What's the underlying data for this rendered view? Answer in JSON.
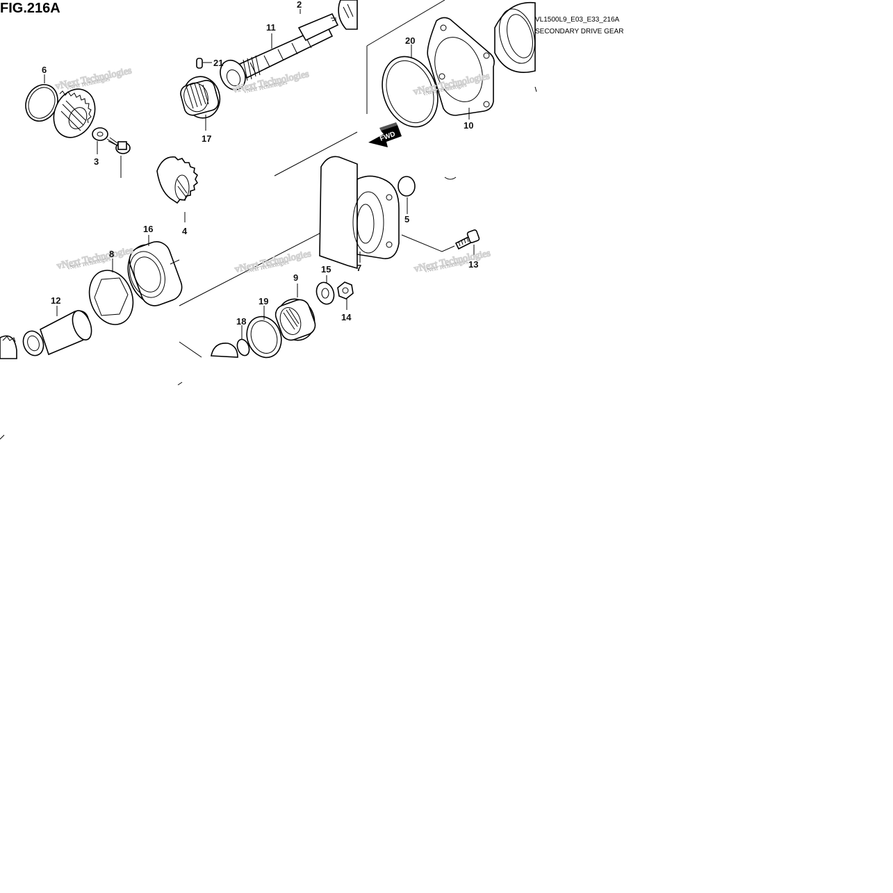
{
  "figure": {
    "title": "FIG.216A",
    "model_code": "VL1500L9_E03_E33_216A",
    "section_name": "SECONDARY DRIVE GEAR",
    "direction_label": "FWD",
    "watermark": "vNext Technologies"
  },
  "callouts": [
    {
      "id": "2",
      "label": "2"
    },
    {
      "id": "3",
      "label": "3"
    },
    {
      "id": "4",
      "label": "4"
    },
    {
      "id": "5",
      "label": "5"
    },
    {
      "id": "6",
      "label": "6"
    },
    {
      "id": "7",
      "label": "7"
    },
    {
      "id": "8",
      "label": "8"
    },
    {
      "id": "9",
      "label": "9"
    },
    {
      "id": "10",
      "label": "10"
    },
    {
      "id": "11",
      "label": "11"
    },
    {
      "id": "12",
      "label": "12"
    },
    {
      "id": "13",
      "label": "13"
    },
    {
      "id": "14",
      "label": "14"
    },
    {
      "id": "15",
      "label": "15"
    },
    {
      "id": "16",
      "label": "16"
    },
    {
      "id": "17",
      "label": "17"
    },
    {
      "id": "18",
      "label": "18"
    },
    {
      "id": "19",
      "label": "19"
    },
    {
      "id": "20",
      "label": "20"
    },
    {
      "id": "21",
      "label": "21"
    }
  ]
}
